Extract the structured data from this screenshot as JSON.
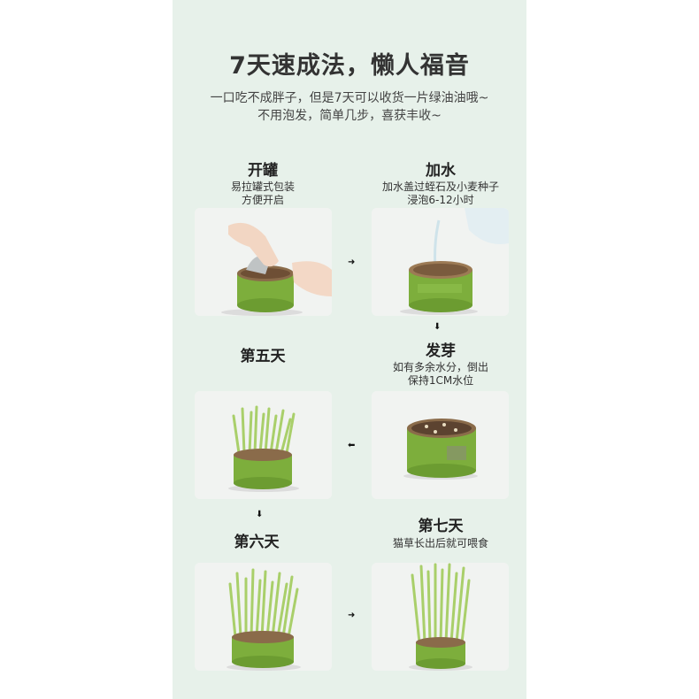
{
  "title": "7天速成法，懒人福音",
  "subtitle_lines": [
    "一口吃不成胖子，但是7天可以收货一片绿油油哦~",
    "不用泡发，简单几步，喜获丰收~"
  ],
  "steps": [
    {
      "title": "开罐",
      "desc": [
        "易拉罐式包装",
        "方便开启"
      ]
    },
    {
      "title": "加水",
      "desc": [
        "加水盖过蛭石及小麦种子",
        "浸泡6-12小时"
      ]
    },
    {
      "title": "发芽",
      "desc": [
        "如有多余水分，倒出",
        "保持1CM水位"
      ]
    },
    {
      "title": "第五天",
      "desc": []
    },
    {
      "title": "第六天",
      "desc": []
    },
    {
      "title": "第七天",
      "desc": [
        "猫草长出后就可喂食"
      ]
    }
  ],
  "arrows": {
    "right": "➜",
    "down": "⬇",
    "left": "⬅"
  },
  "colors": {
    "panel": "#e7f1ea",
    "can": "#7dae3c",
    "grass": "#a9cf6a"
  }
}
